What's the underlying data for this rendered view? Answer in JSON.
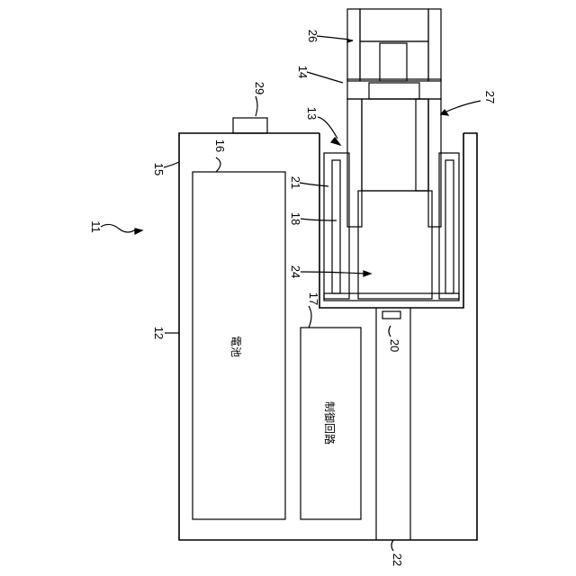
{
  "labels": {
    "device": "11",
    "body": "12",
    "mouthpiece_holder": "13",
    "flavor_unit": "14",
    "case_top": "15",
    "battery_ref": "16",
    "control_ref": "17",
    "tube": "18",
    "sensor": "20",
    "heater": "21",
    "channel": "22",
    "aerosol_source": "24",
    "filter": "26",
    "cap": "27",
    "button": "29"
  },
  "components": {
    "battery": "電池",
    "control_circuit": "制御回路"
  }
}
